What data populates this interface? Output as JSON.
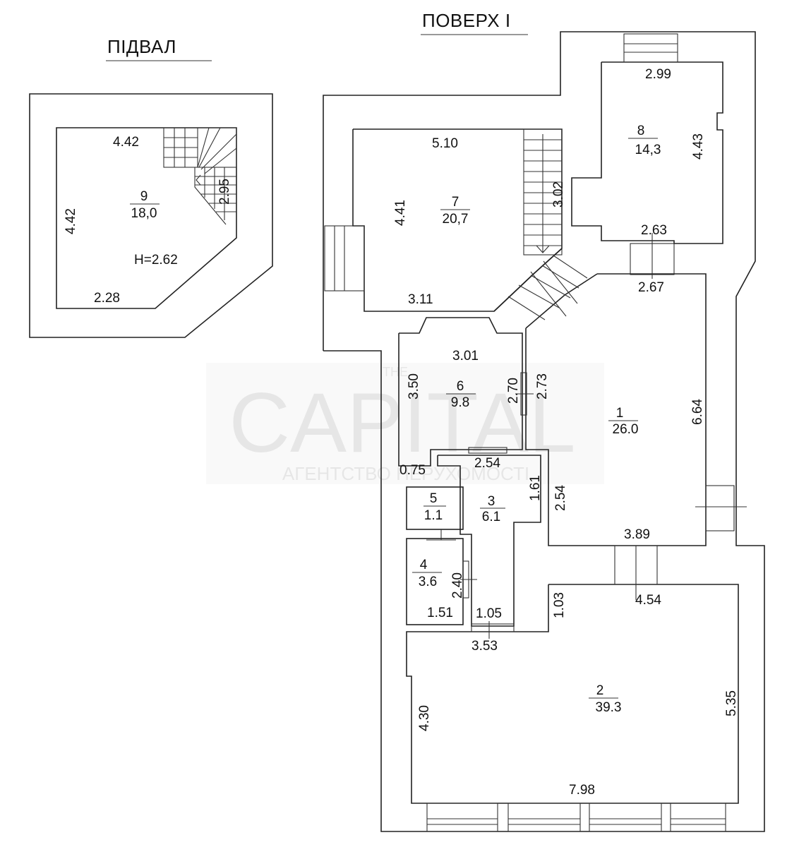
{
  "headings": {
    "basement": "ПІДВАЛ",
    "floor1": "ПОВЕРХ І"
  },
  "watermark": {
    "top": "THE",
    "main": "CAPITAL",
    "sub": "АГЕНТСТВО НЕРУХОМОСТІ"
  },
  "rooms": {
    "r1": {
      "num": "1",
      "area": "26.0"
    },
    "r2": {
      "num": "2",
      "area": "39.3"
    },
    "r3": {
      "num": "3",
      "area": "6.1"
    },
    "r4": {
      "num": "4",
      "area": "3.6"
    },
    "r5": {
      "num": "5",
      "area": "1.1"
    },
    "r6": {
      "num": "6",
      "area": "9.8"
    },
    "r7": {
      "num": "7",
      "area": "20,7"
    },
    "r8": {
      "num": "8",
      "area": "14,3"
    },
    "r9": {
      "num": "9",
      "area": "18,0"
    }
  },
  "basement_height": "H=2.62",
  "dims": {
    "b_top": "4.42",
    "b_left": "4.42",
    "b_bottom": "2.28",
    "b_stair": "2.95",
    "r7_top": "5.10",
    "r7_left": "4.41",
    "r7_stair": "3.02",
    "r7_bottom": "3.11",
    "r8_top": "2.99",
    "r8_right": "4.43",
    "r8_bottom": "2.63",
    "r1_top": "2.67",
    "r1_right": "6.64",
    "r1_bottom": "3.89",
    "r1_left": "2.54",
    "r6_top": "3.01",
    "r6_left": "3.50",
    "r6_right": "2.70",
    "r6_right2": "2.73",
    "r6_door": "0.75",
    "r3_top": "2.54",
    "r3_right": "1.61",
    "r3_bottom": "1.05",
    "r4_right": "2.40",
    "r4_bottom": "1.51",
    "r2_top": "4.54",
    "r2_topleft": "1.03",
    "r2_top2": "3.53",
    "r2_left": "4.30",
    "r2_right": "5.35",
    "r2_bottom": "7.98"
  }
}
